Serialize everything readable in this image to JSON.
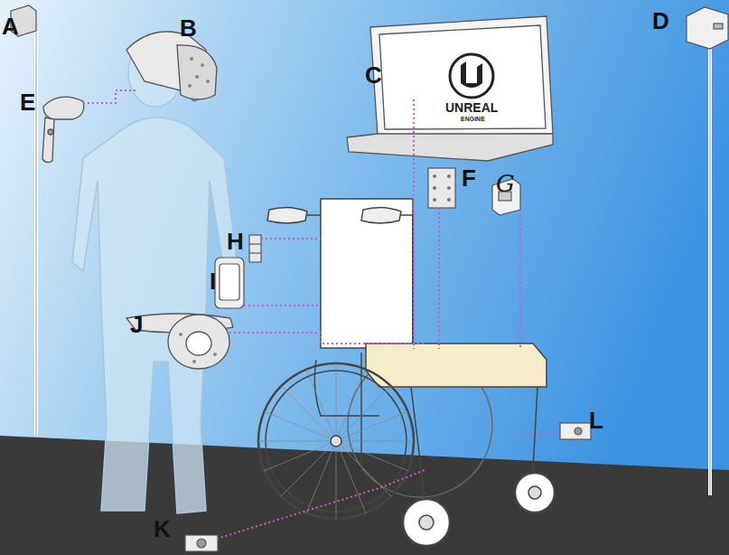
{
  "diagram": {
    "labels": [
      "A",
      "B",
      "C",
      "D",
      "E",
      "F",
      "G",
      "H",
      "I",
      "J",
      "K",
      "L",
      "UNREAL",
      "ENGINE"
    ]
  }
}
